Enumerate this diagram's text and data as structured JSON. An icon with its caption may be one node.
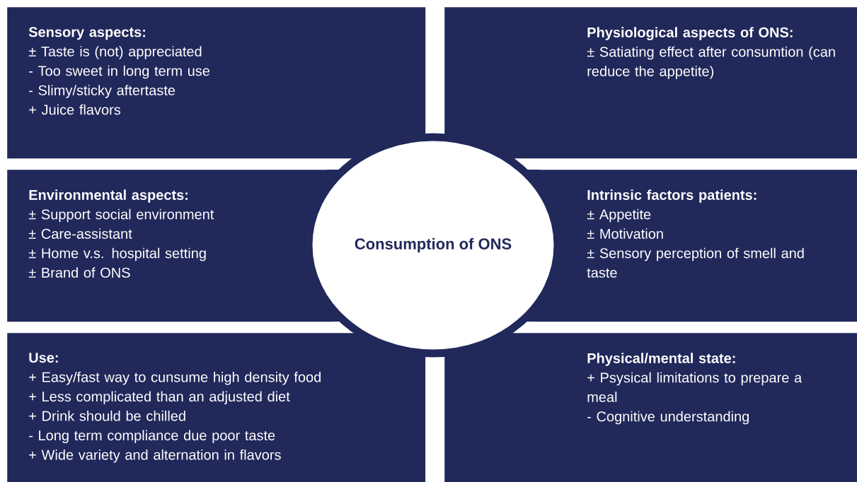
{
  "diagram": {
    "nodes": [
      {
        "text": [
          "Sensory aspects:",
          "± Taste is (not) appreciated",
          "- Too sweet in long term use",
          "- Slimy/sticky aftertaste",
          "+ Juice flavors"
        ]
      },
      {
        "text": [
          "Physiological aspects of ONS:",
          "± Satiating effect after consumtion (can reduce the appetite)"
        ]
      },
      {
        "text": [
          "Environmental aspects:",
          "± Support social environment",
          "± Care-assistant",
          "± Home v.s. hospital setting",
          "± Brand of ONS"
        ]
      },
      {
        "text": [
          "Intrinsic factors patients:",
          "± Appetite",
          "± Motivation",
          "± Sensory perception of smell and taste"
        ]
      },
      {
        "text": [
          "Use:",
          "+ Easy/fast way to cunsume high density food",
          "+ Less complicated than an adjusted diet",
          "+ Drink should be chilled",
          "- Long term compliance due poor taste",
          "+ Wide variety and alternation in flavors"
        ]
      },
      {
        "text": [
          "Physical/mental state:",
          "+ Psysical limitations to prepare a meal",
          "- Cognitive understanding"
        ]
      },
      {
        "text": [
          "Consumption of ONS"
        ]
      }
    ]
  }
}
